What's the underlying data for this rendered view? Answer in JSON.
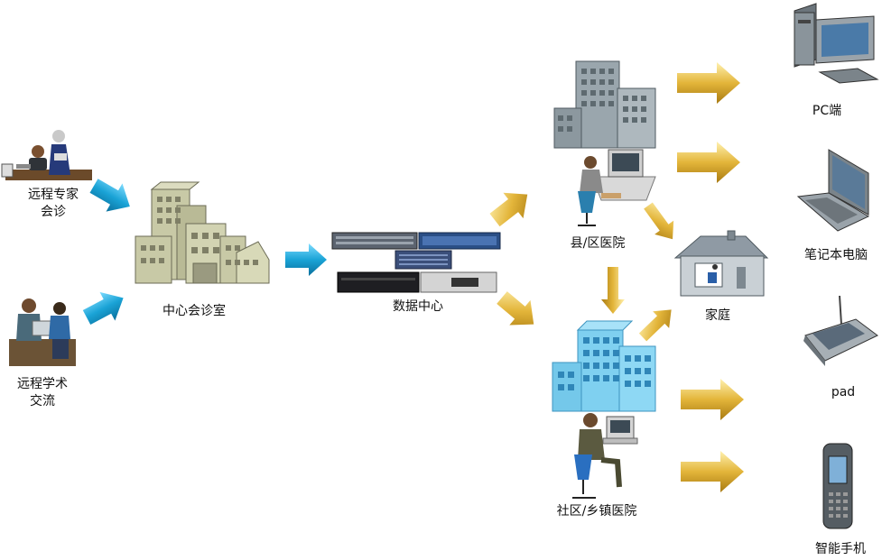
{
  "nodes": {
    "expert": {
      "label_lines": [
        "远程专家",
        "会诊"
      ]
    },
    "academic": {
      "label_lines": [
        "远程学术",
        "交流"
      ]
    },
    "center": {
      "label": "中心会诊室"
    },
    "datacenter": {
      "label": "数据中心"
    },
    "county": {
      "label": "县/区医院"
    },
    "community": {
      "label": "社区/乡镇医院"
    },
    "home": {
      "label": "家庭"
    }
  },
  "devices": [
    {
      "name": "pc",
      "label": "PC端"
    },
    {
      "name": "laptop",
      "label": "笔记本电脑"
    },
    {
      "name": "pad",
      "label": "pad"
    },
    {
      "name": "phone",
      "label": "智能手机"
    }
  ],
  "colors": {
    "blue_arrow": "#1aa3d6",
    "gold_arrow": "#e3b53a",
    "building_gray": "#9aa6ad",
    "building_cream": "#c8c9a6",
    "building_blue": "#7fd0f0"
  }
}
